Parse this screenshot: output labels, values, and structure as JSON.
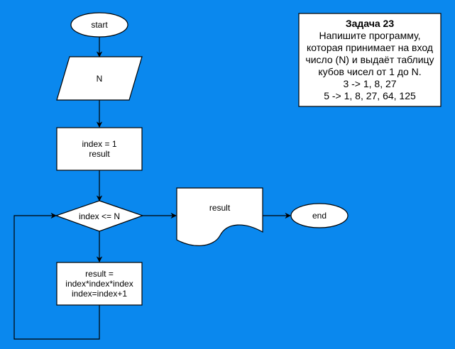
{
  "colors": {
    "background": "#0a88ee",
    "shape_fill": "#ffffff",
    "stroke": "#000000"
  },
  "flowchart": {
    "start": "start",
    "input": "N",
    "init_line1": "index = 1",
    "init_line2": "result",
    "condition": "index <= N",
    "body_line1": "result =",
    "body_line2": "index*index*index",
    "body_line3": "index=index+1",
    "output": "result",
    "end": "end"
  },
  "task": {
    "title": "Задача 23",
    "lines": [
      "Напишите программу,",
      "которая принимает на вход",
      "число (N) и выдаёт таблицу",
      "кубов чисел от 1 до N.",
      "3 -> 1, 8, 27",
      "5 -> 1, 8, 27, 64, 125"
    ]
  }
}
